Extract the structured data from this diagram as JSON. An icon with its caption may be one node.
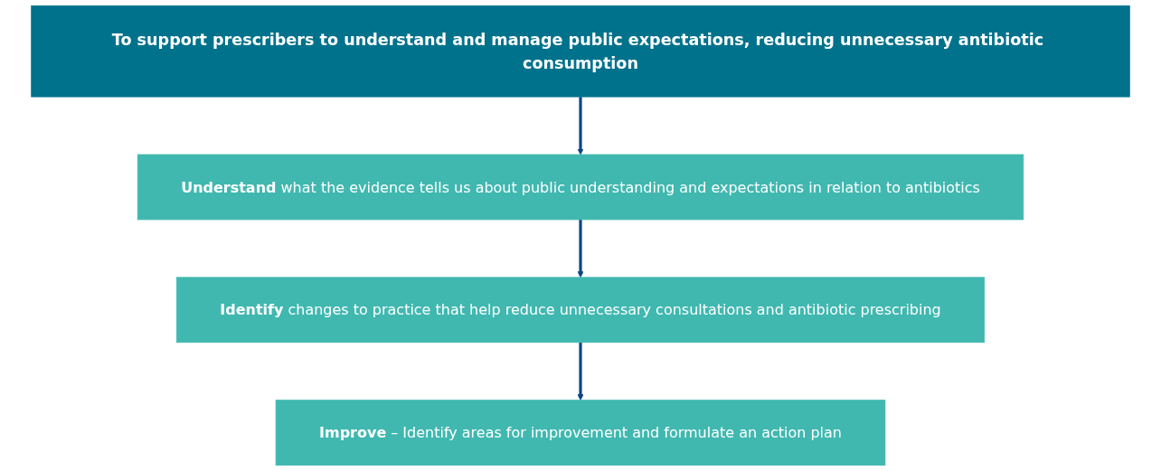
{
  "diagram": {
    "nodes": [
      {
        "text": [
          "To support prescribers to understand and manage public expectations, reducing unnecessary antibiotic consumption"
        ]
      },
      {
        "text": [
          "**Understand** what the evidence tells us about public understanding and expectations in relation to antibiotics"
        ]
      },
      {
        "text": [
          "**Identify** changes to practice that help reduce unnecessary consultations and antibiotic prescribing"
        ]
      },
      {
        "text": [
          "**Improve** – Identify areas for improvement and formulate an action plan"
        ]
      }
    ],
    "edges": [
      {
        "from": 0,
        "to": 1,
        "arrow": "to"
      },
      {
        "from": 1,
        "to": 2,
        "arrow": "to"
      },
      {
        "from": 2,
        "to": 3,
        "arrow": "to"
      }
    ]
  }
}
